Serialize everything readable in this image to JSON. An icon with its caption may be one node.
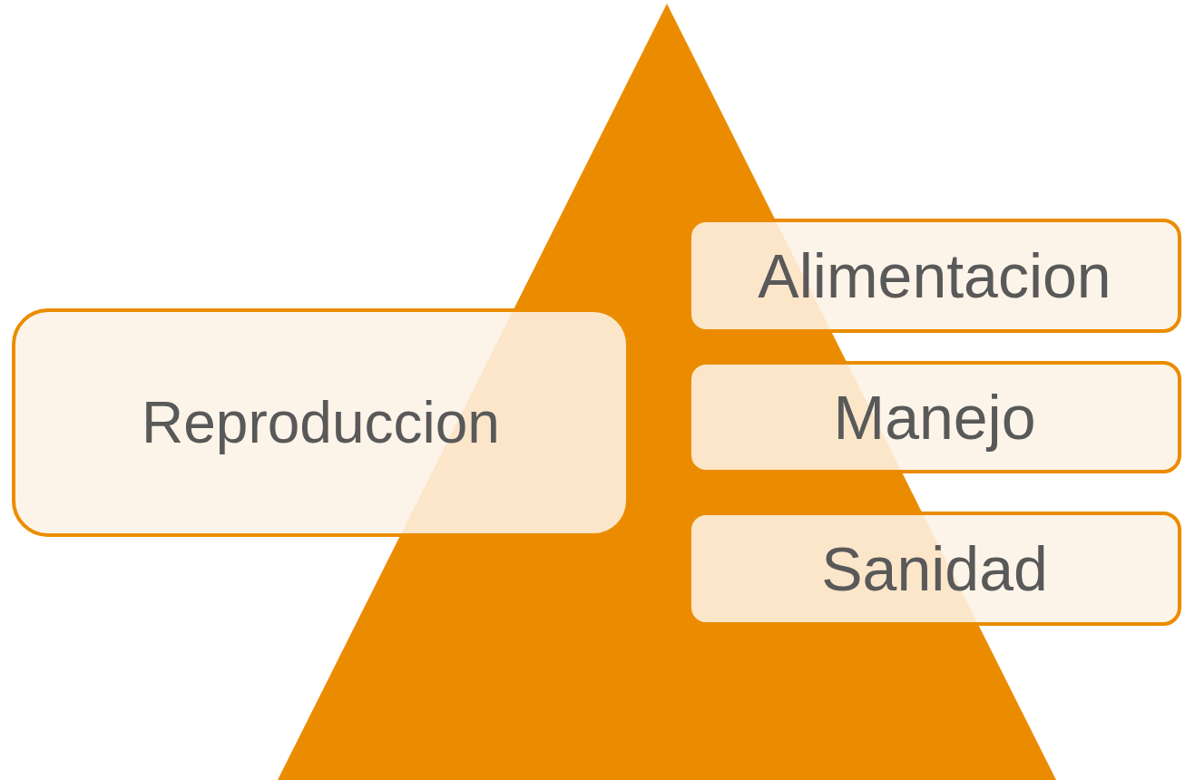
{
  "diagram": {
    "nodes": [
      {
        "text": [],
        "shape": "triangle"
      },
      {
        "text": [
          "Alimentacion"
        ]
      },
      {
        "text": [
          "Reproduccion"
        ]
      },
      {
        "text": [
          "Manejo"
        ]
      },
      {
        "text": [
          "Sanidad"
        ]
      }
    ],
    "edges": []
  }
}
